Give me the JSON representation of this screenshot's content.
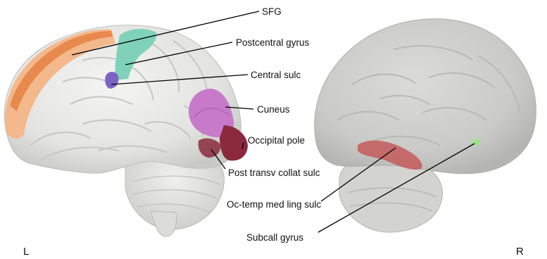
{
  "labels": {
    "sfg": "SFG",
    "postcentral": "Postcentral gyrus",
    "central_sulc": "Central sulc",
    "cuneus": "Cuneus",
    "occipital_pole": "Occipital pole",
    "post_transv": "Post transv collat sulc",
    "oc_temp": "Oc-temp med ling sulc",
    "subcall": "Subcall gyrus"
  },
  "sides": {
    "left": "L",
    "right": "R"
  },
  "colors": {
    "sfg_orange": "#e8894d",
    "sfg_light": "#f3b88c",
    "postcentral_teal": "#7fd2b8",
    "central_purple": "#7b63c6",
    "cuneus_pink": "#c77ac9",
    "occipital_dark": "#8a2a3c",
    "lingual_red": "#c45a5a",
    "subcall_green": "#9be38a",
    "brain_gray": "#e8e8e6"
  }
}
